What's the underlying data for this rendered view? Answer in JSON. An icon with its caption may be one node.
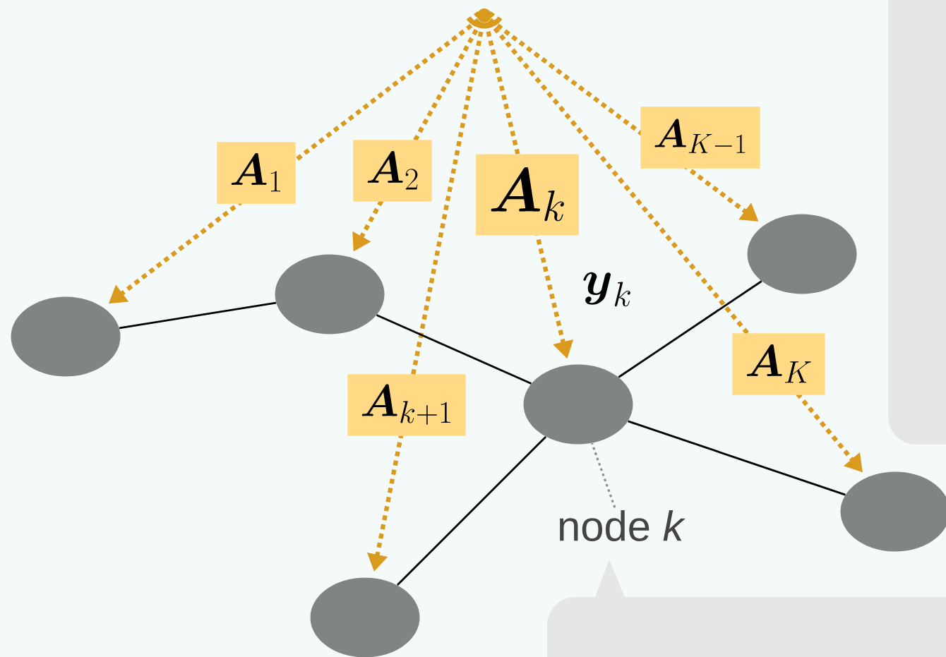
{
  "diagram": {
    "nodes": [
      {
        "text": [],
        "shape": "circle"
      },
      {
        "text": [],
        "shape": "circle"
      },
      {
        "text": [],
        "shape": "circle"
      },
      {
        "text": [],
        "shape": "circle"
      },
      {
        "text": [],
        "shape": "circle"
      },
      {
        "text": [],
        "shape": "circle"
      },
      {
        "text": [],
        "shape": "circle"
      },
      {
        "text": [
          "node *k*"
        ]
      }
    ],
    "edges": [
      {
        "from": 0,
        "to": 1,
        "arrow": "to",
        "label": "\\boldsymbol{A}_1",
        "style": "dashed",
        "color": "#d99a1e"
      },
      {
        "from": 0,
        "to": 2,
        "arrow": "to",
        "label": "\\boldsymbol{A}_2",
        "style": "dashed",
        "color": "#d99a1e"
      },
      {
        "from": 0,
        "to": 6,
        "arrow": "to",
        "label": "\\boldsymbol{A}_{k+1}",
        "style": "dashed",
        "color": "#d99a1e"
      },
      {
        "from": 0,
        "to": 4,
        "arrow": "to",
        "label": "\\boldsymbol{A}_k",
        "style": "dashed",
        "color": "#d99a1e"
      },
      {
        "from": 0,
        "to": 3,
        "arrow": "to",
        "label": "\\boldsymbol{A}_{K-1}",
        "style": "dashed",
        "color": "#d99a1e"
      },
      {
        "from": 0,
        "to": 5,
        "arrow": "to",
        "label": "\\boldsymbol{A}_K",
        "style": "dashed",
        "color": "#d99a1e"
      },
      {
        "from": 1,
        "to": 2,
        "arrow": "none",
        "color": "#000000"
      },
      {
        "from": 2,
        "to": 4,
        "arrow": "none",
        "color": "#000000"
      },
      {
        "from": 4,
        "to": 3,
        "arrow": "none",
        "color": "#000000"
      },
      {
        "from": 4,
        "to": 5,
        "arrow": "none",
        "color": "#000000"
      },
      {
        "from": 4,
        "to": 6,
        "arrow": "none",
        "color": "#000000"
      },
      {
        "from": 7,
        "to": 4,
        "arrow": "none",
        "style": "dashed",
        "color": "#8a8f8c"
      }
    ],
    "labels": [
      "\\boldsymbol{y}_k"
    ]
  }
}
